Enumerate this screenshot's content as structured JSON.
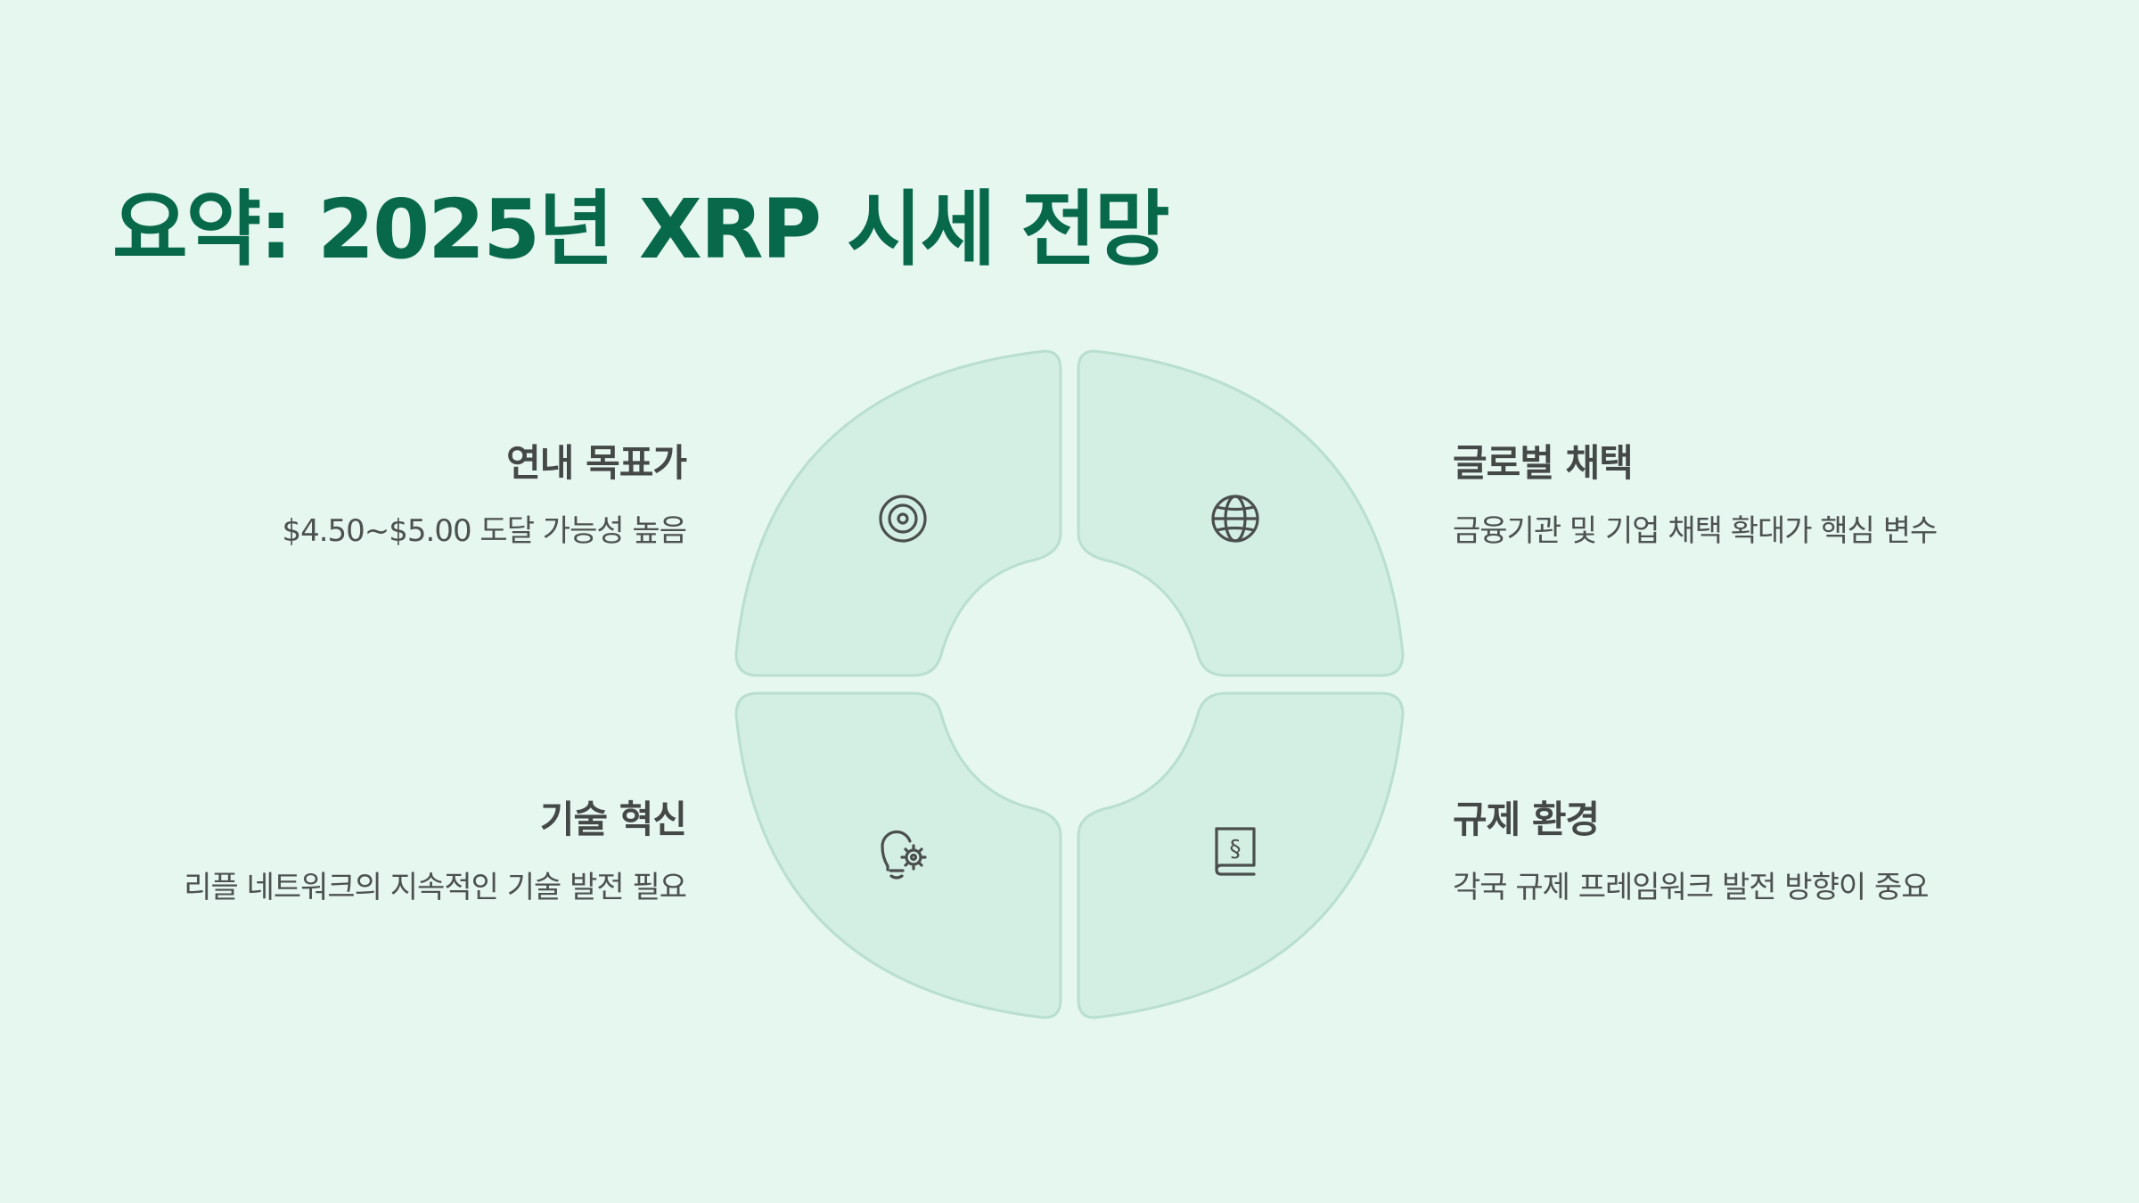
{
  "title": "요약: 2025년 XRP 시세 전망",
  "colors": {
    "background": "#e6f7f0",
    "title": "#07694a",
    "quadrant_fill": "#d3eee3",
    "quadrant_stroke": "#b9dfcf",
    "text": "#444846"
  },
  "items": [
    {
      "title": "연내 목표가",
      "description": "$4.50~$5.00 도달 가능성 높음",
      "icon": "target-icon"
    },
    {
      "title": "글로벌 채택",
      "description": "금융기관 및 기업 채택 확대가 핵심 변수",
      "icon": "globe-icon"
    },
    {
      "title": "기술 혁신",
      "description": "리플 네트워크의 지속적인 기술 발전 필요",
      "icon": "lightbulb-gear-icon"
    },
    {
      "title": "규제 환경",
      "description": "각국 규제 프레임워크 발전 방향이 중요",
      "icon": "law-book-icon"
    }
  ]
}
